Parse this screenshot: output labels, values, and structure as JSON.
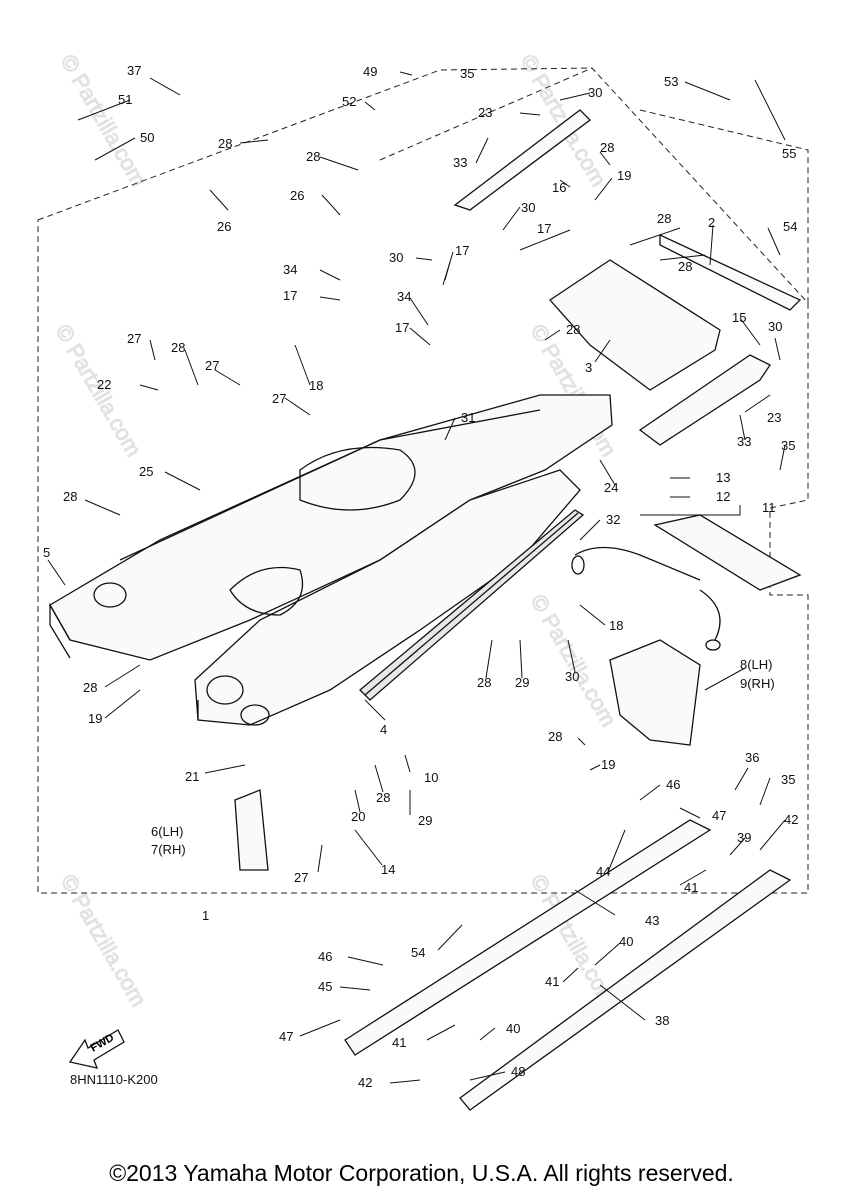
{
  "diagram": {
    "code": "8HN1110-K200",
    "copyright": "©2013 Yamaha Motor Corporation, U.S.A. All rights reserved.",
    "fwd_label": "FWD",
    "watermark": "© Partzilla.com"
  },
  "callouts": [
    {
      "id": "c37",
      "text": "37"
    },
    {
      "id": "c51",
      "text": "51"
    },
    {
      "id": "c50",
      "text": "50"
    },
    {
      "id": "c49",
      "text": "49"
    },
    {
      "id": "c35a",
      "text": "35"
    },
    {
      "id": "c52",
      "text": "52"
    },
    {
      "id": "c30a",
      "text": "30"
    },
    {
      "id": "c53",
      "text": "53"
    },
    {
      "id": "c23a",
      "text": "23"
    },
    {
      "id": "c55",
      "text": "55"
    },
    {
      "id": "c28a",
      "text": "28"
    },
    {
      "id": "c28b",
      "text": "28"
    },
    {
      "id": "c33a",
      "text": "33"
    },
    {
      "id": "c28c",
      "text": "28"
    },
    {
      "id": "c16",
      "text": "16"
    },
    {
      "id": "c19a",
      "text": "19"
    },
    {
      "id": "c26a",
      "text": "26"
    },
    {
      "id": "c26b",
      "text": "26"
    },
    {
      "id": "c30b",
      "text": "30"
    },
    {
      "id": "c17a",
      "text": "17"
    },
    {
      "id": "c28d",
      "text": "28"
    },
    {
      "id": "c2",
      "text": "2"
    },
    {
      "id": "c54a",
      "text": "54"
    },
    {
      "id": "c30c",
      "text": "30"
    },
    {
      "id": "c17b",
      "text": "17"
    },
    {
      "id": "c28e",
      "text": "28"
    },
    {
      "id": "c34a",
      "text": "34"
    },
    {
      "id": "c17c",
      "text": "17"
    },
    {
      "id": "c34b",
      "text": "34"
    },
    {
      "id": "c17d",
      "text": "17"
    },
    {
      "id": "c28f",
      "text": "28"
    },
    {
      "id": "c15",
      "text": "15"
    },
    {
      "id": "c30d",
      "text": "30"
    },
    {
      "id": "c27a",
      "text": "27"
    },
    {
      "id": "c28g",
      "text": "28"
    },
    {
      "id": "c27b",
      "text": "27"
    },
    {
      "id": "c3",
      "text": "3"
    },
    {
      "id": "c18a",
      "text": "18"
    },
    {
      "id": "c22",
      "text": "22"
    },
    {
      "id": "c27c",
      "text": "27"
    },
    {
      "id": "c23b",
      "text": "23"
    },
    {
      "id": "c31",
      "text": "31"
    },
    {
      "id": "c33b",
      "text": "33"
    },
    {
      "id": "c35b",
      "text": "35"
    },
    {
      "id": "c25",
      "text": "25"
    },
    {
      "id": "c13",
      "text": "13"
    },
    {
      "id": "c24",
      "text": "24"
    },
    {
      "id": "c12",
      "text": "12"
    },
    {
      "id": "c28h",
      "text": "28"
    },
    {
      "id": "c11",
      "text": "11"
    },
    {
      "id": "c32",
      "text": "32"
    },
    {
      "id": "c5",
      "text": "5"
    },
    {
      "id": "c18b",
      "text": "18"
    },
    {
      "id": "c8",
      "text": "8(LH)"
    },
    {
      "id": "c9",
      "text": "9(RH)"
    },
    {
      "id": "c28i",
      "text": "28"
    },
    {
      "id": "c29a",
      "text": "29"
    },
    {
      "id": "c30e",
      "text": "30"
    },
    {
      "id": "c28j",
      "text": "28"
    },
    {
      "id": "c19b",
      "text": "19"
    },
    {
      "id": "c4",
      "text": "4"
    },
    {
      "id": "c28k",
      "text": "28"
    },
    {
      "id": "c19c",
      "text": "19"
    },
    {
      "id": "c10",
      "text": "10"
    },
    {
      "id": "c21",
      "text": "21"
    },
    {
      "id": "c28l",
      "text": "28"
    },
    {
      "id": "c36",
      "text": "36"
    },
    {
      "id": "c35c",
      "text": "35"
    },
    {
      "id": "c46a",
      "text": "46"
    },
    {
      "id": "c20",
      "text": "20"
    },
    {
      "id": "c29b",
      "text": "29"
    },
    {
      "id": "c47a",
      "text": "47"
    },
    {
      "id": "c42a",
      "text": "42"
    },
    {
      "id": "c6",
      "text": "6(LH)"
    },
    {
      "id": "c7",
      "text": "7(RH)"
    },
    {
      "id": "c39",
      "text": "39"
    },
    {
      "id": "c14",
      "text": "14"
    },
    {
      "id": "c27d",
      "text": "27"
    },
    {
      "id": "c44",
      "text": "44"
    },
    {
      "id": "c41a",
      "text": "41"
    },
    {
      "id": "c1",
      "text": "1"
    },
    {
      "id": "c43",
      "text": "43"
    },
    {
      "id": "c54b",
      "text": "54"
    },
    {
      "id": "c40a",
      "text": "40"
    },
    {
      "id": "c46b",
      "text": "46"
    },
    {
      "id": "c41b",
      "text": "41"
    },
    {
      "id": "c45",
      "text": "45"
    },
    {
      "id": "c38",
      "text": "38"
    },
    {
      "id": "c40b",
      "text": "40"
    },
    {
      "id": "c47b",
      "text": "47"
    },
    {
      "id": "c41c",
      "text": "41"
    },
    {
      "id": "c42b",
      "text": "42"
    },
    {
      "id": "c48",
      "text": "48"
    }
  ]
}
